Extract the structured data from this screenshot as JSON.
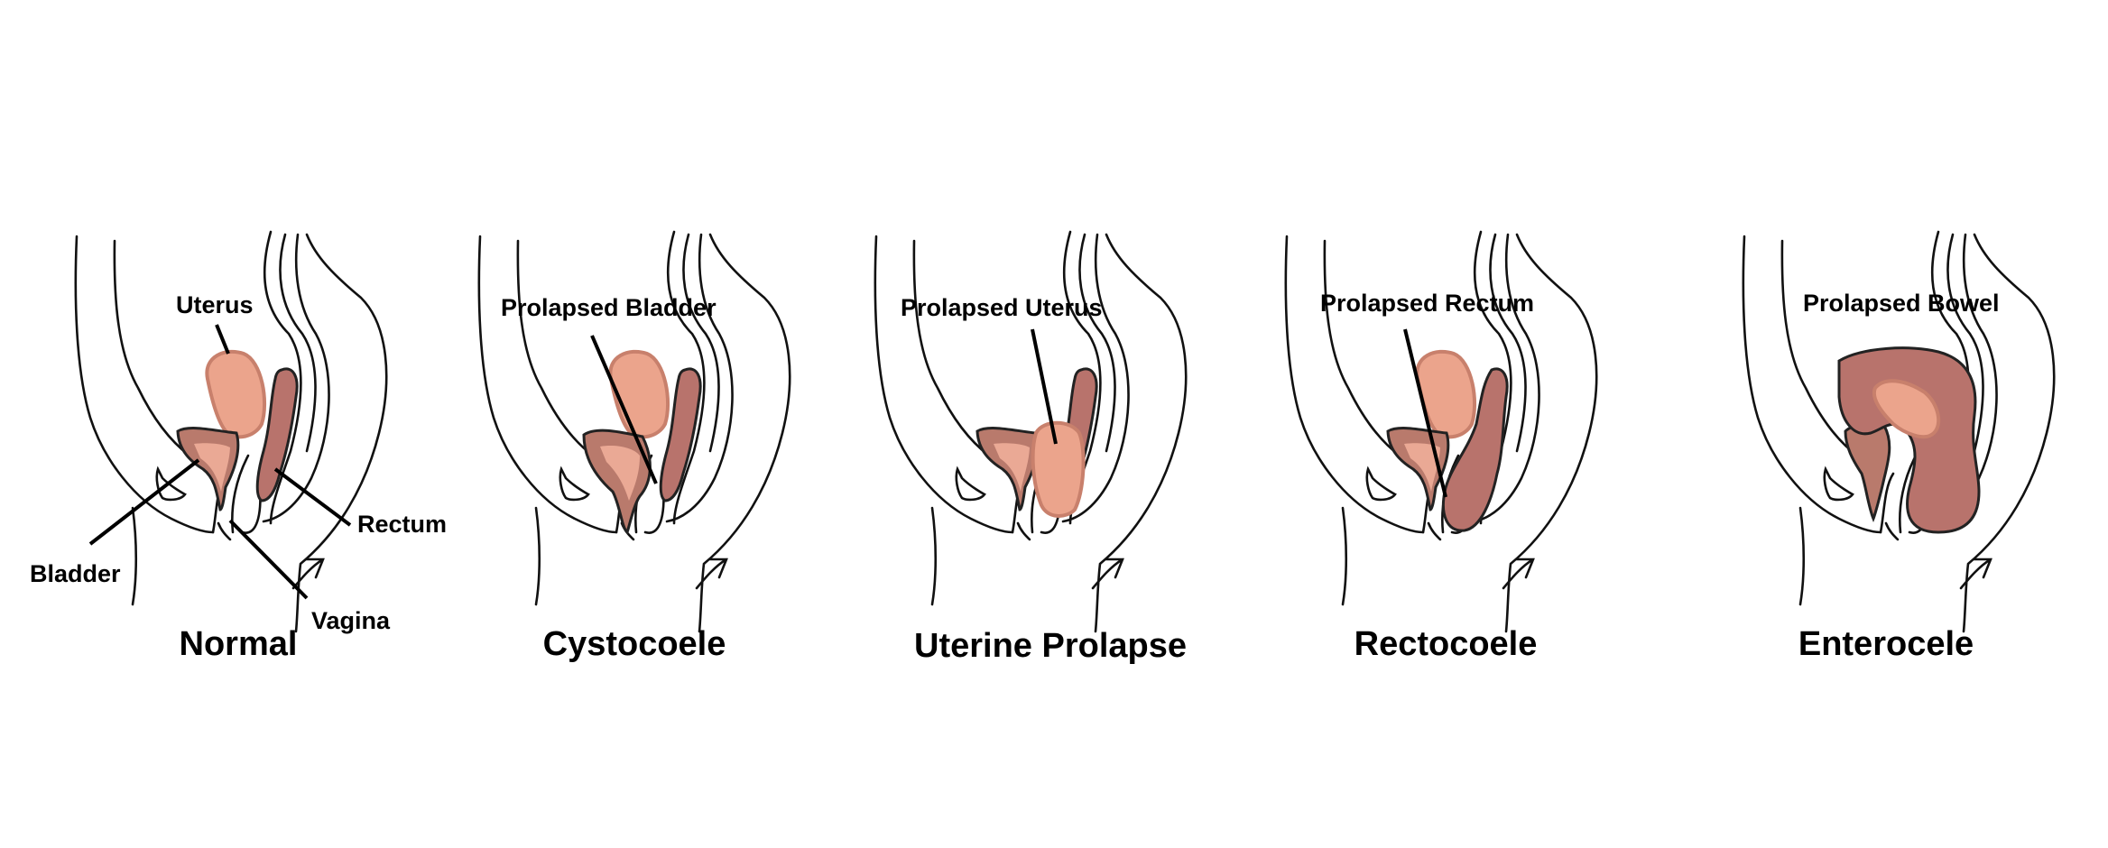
{
  "colors": {
    "uterus": "#eba48c",
    "bladder": "#b97a6c",
    "rectum": "#b8736c",
    "outline": "#111111"
  },
  "panels": [
    {
      "title": "Normal",
      "labels": [
        "Uterus",
        "Bladder",
        "Rectum",
        "Vagina"
      ]
    },
    {
      "title": "Cystocoele",
      "labels": [
        "Prolapsed Bladder"
      ]
    },
    {
      "title": "Uterine Prolapse",
      "labels": [
        "Prolapsed Uterus"
      ]
    },
    {
      "title": "Rectocoele",
      "labels": [
        "Prolapsed Rectum"
      ]
    },
    {
      "title": "Enterocele",
      "labels": [
        "Prolapsed Bowel"
      ]
    }
  ]
}
